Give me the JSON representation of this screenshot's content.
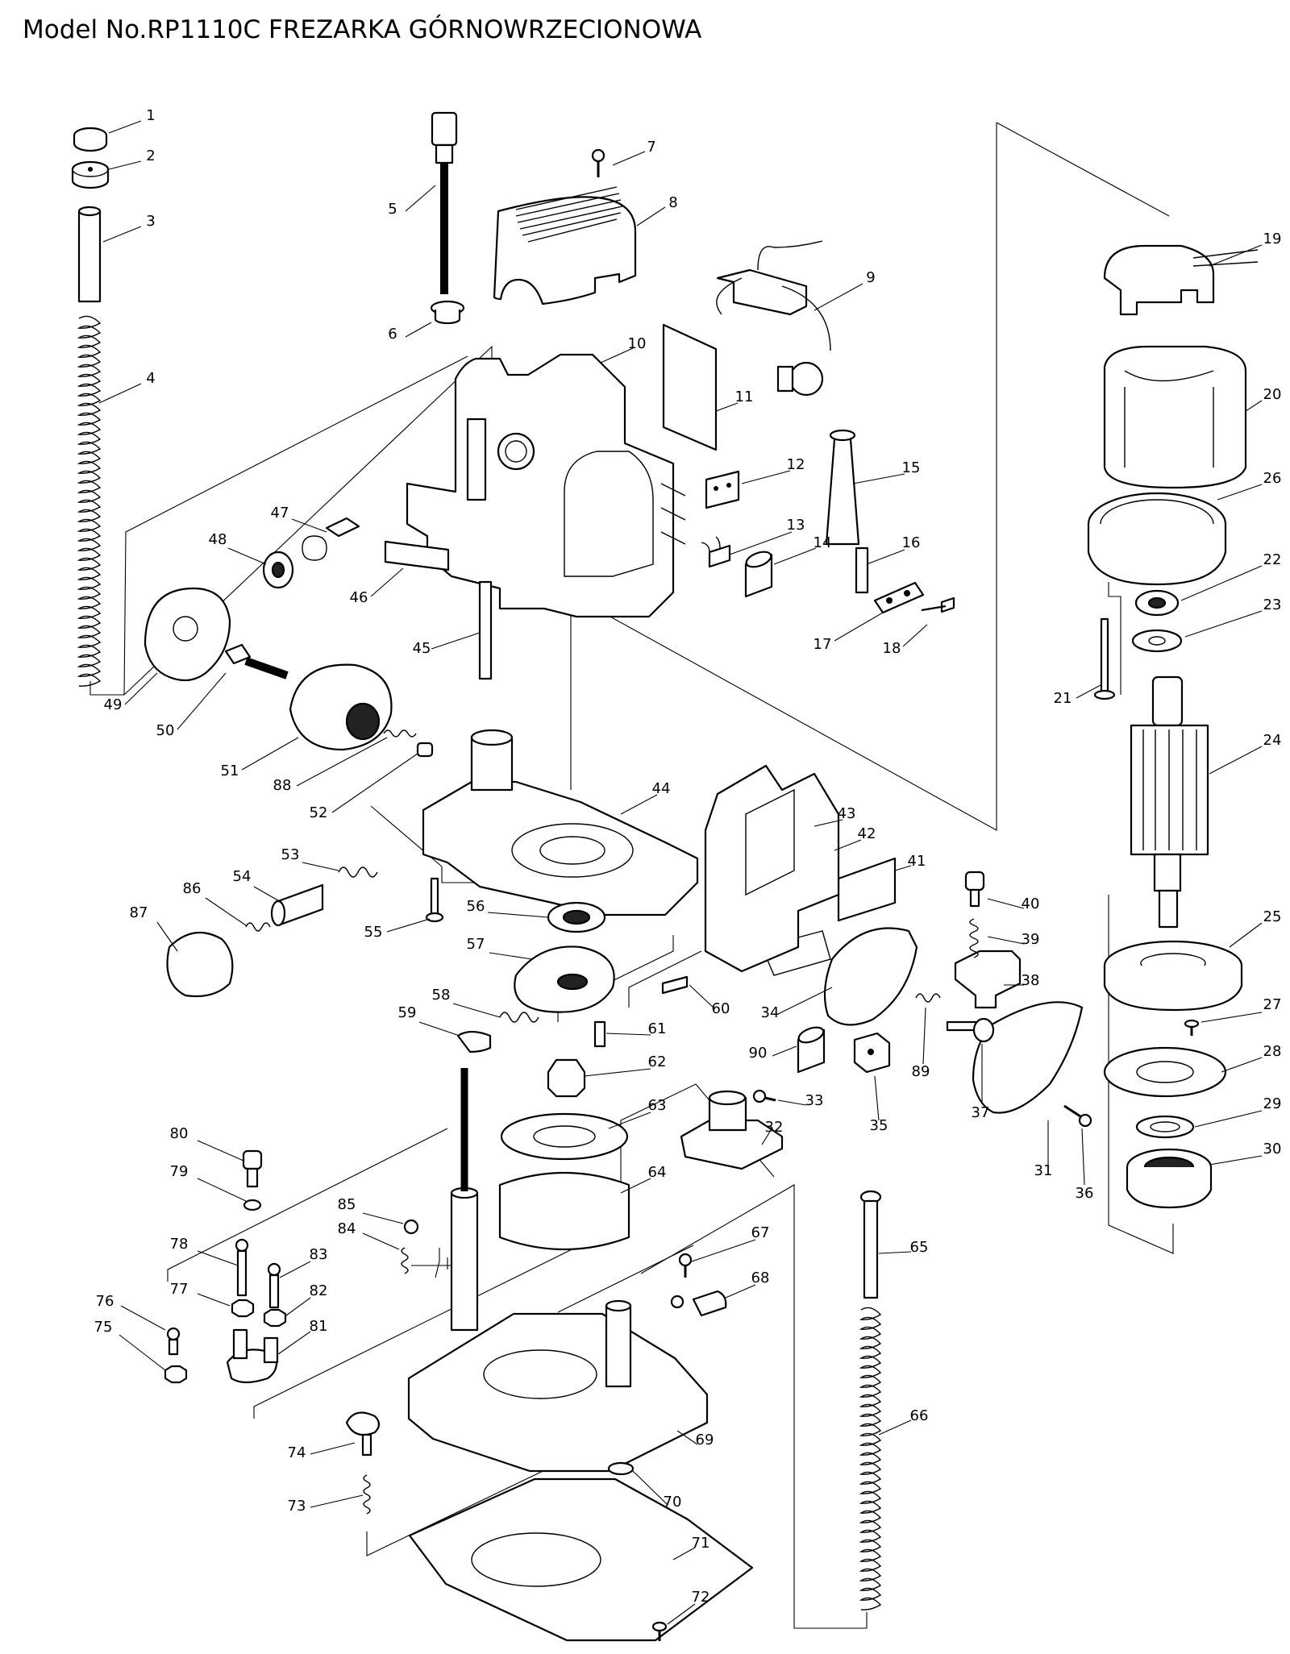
{
  "title": "Model No.RP1110C FREZARKA GÓRNOWRZECIONOWA",
  "parts": [
    {
      "no": "1"
    },
    {
      "no": "2"
    },
    {
      "no": "3"
    },
    {
      "no": "4"
    },
    {
      "no": "5"
    },
    {
      "no": "6"
    },
    {
      "no": "7"
    },
    {
      "no": "8"
    },
    {
      "no": "9"
    },
    {
      "no": "10"
    },
    {
      "no": "11"
    },
    {
      "no": "12"
    },
    {
      "no": "13"
    },
    {
      "no": "14"
    },
    {
      "no": "15"
    },
    {
      "no": "16"
    },
    {
      "no": "17"
    },
    {
      "no": "18"
    },
    {
      "no": "19"
    },
    {
      "no": "20"
    },
    {
      "no": "21"
    },
    {
      "no": "22"
    },
    {
      "no": "23"
    },
    {
      "no": "24"
    },
    {
      "no": "25"
    },
    {
      "no": "26"
    },
    {
      "no": "27"
    },
    {
      "no": "28"
    },
    {
      "no": "29"
    },
    {
      "no": "30"
    },
    {
      "no": "31"
    },
    {
      "no": "32"
    },
    {
      "no": "33"
    },
    {
      "no": "34"
    },
    {
      "no": "35"
    },
    {
      "no": "36"
    },
    {
      "no": "37"
    },
    {
      "no": "38"
    },
    {
      "no": "39"
    },
    {
      "no": "40"
    },
    {
      "no": "41"
    },
    {
      "no": "42"
    },
    {
      "no": "43"
    },
    {
      "no": "44"
    },
    {
      "no": "45"
    },
    {
      "no": "46"
    },
    {
      "no": "47"
    },
    {
      "no": "48"
    },
    {
      "no": "49"
    },
    {
      "no": "50"
    },
    {
      "no": "51"
    },
    {
      "no": "52"
    },
    {
      "no": "53"
    },
    {
      "no": "54"
    },
    {
      "no": "55"
    },
    {
      "no": "56"
    },
    {
      "no": "57"
    },
    {
      "no": "58"
    },
    {
      "no": "59"
    },
    {
      "no": "60"
    },
    {
      "no": "61"
    },
    {
      "no": "62"
    },
    {
      "no": "63"
    },
    {
      "no": "64"
    },
    {
      "no": "65"
    },
    {
      "no": "66"
    },
    {
      "no": "67"
    },
    {
      "no": "68"
    },
    {
      "no": "69"
    },
    {
      "no": "70"
    },
    {
      "no": "71"
    },
    {
      "no": "72"
    },
    {
      "no": "73"
    },
    {
      "no": "74"
    },
    {
      "no": "75"
    },
    {
      "no": "76"
    },
    {
      "no": "77"
    },
    {
      "no": "78"
    },
    {
      "no": "79"
    },
    {
      "no": "80"
    },
    {
      "no": "81"
    },
    {
      "no": "82"
    },
    {
      "no": "83"
    },
    {
      "no": "84"
    },
    {
      "no": "85"
    },
    {
      "no": "86"
    },
    {
      "no": "87"
    },
    {
      "no": "88"
    },
    {
      "no": "89"
    },
    {
      "no": "90"
    }
  ]
}
